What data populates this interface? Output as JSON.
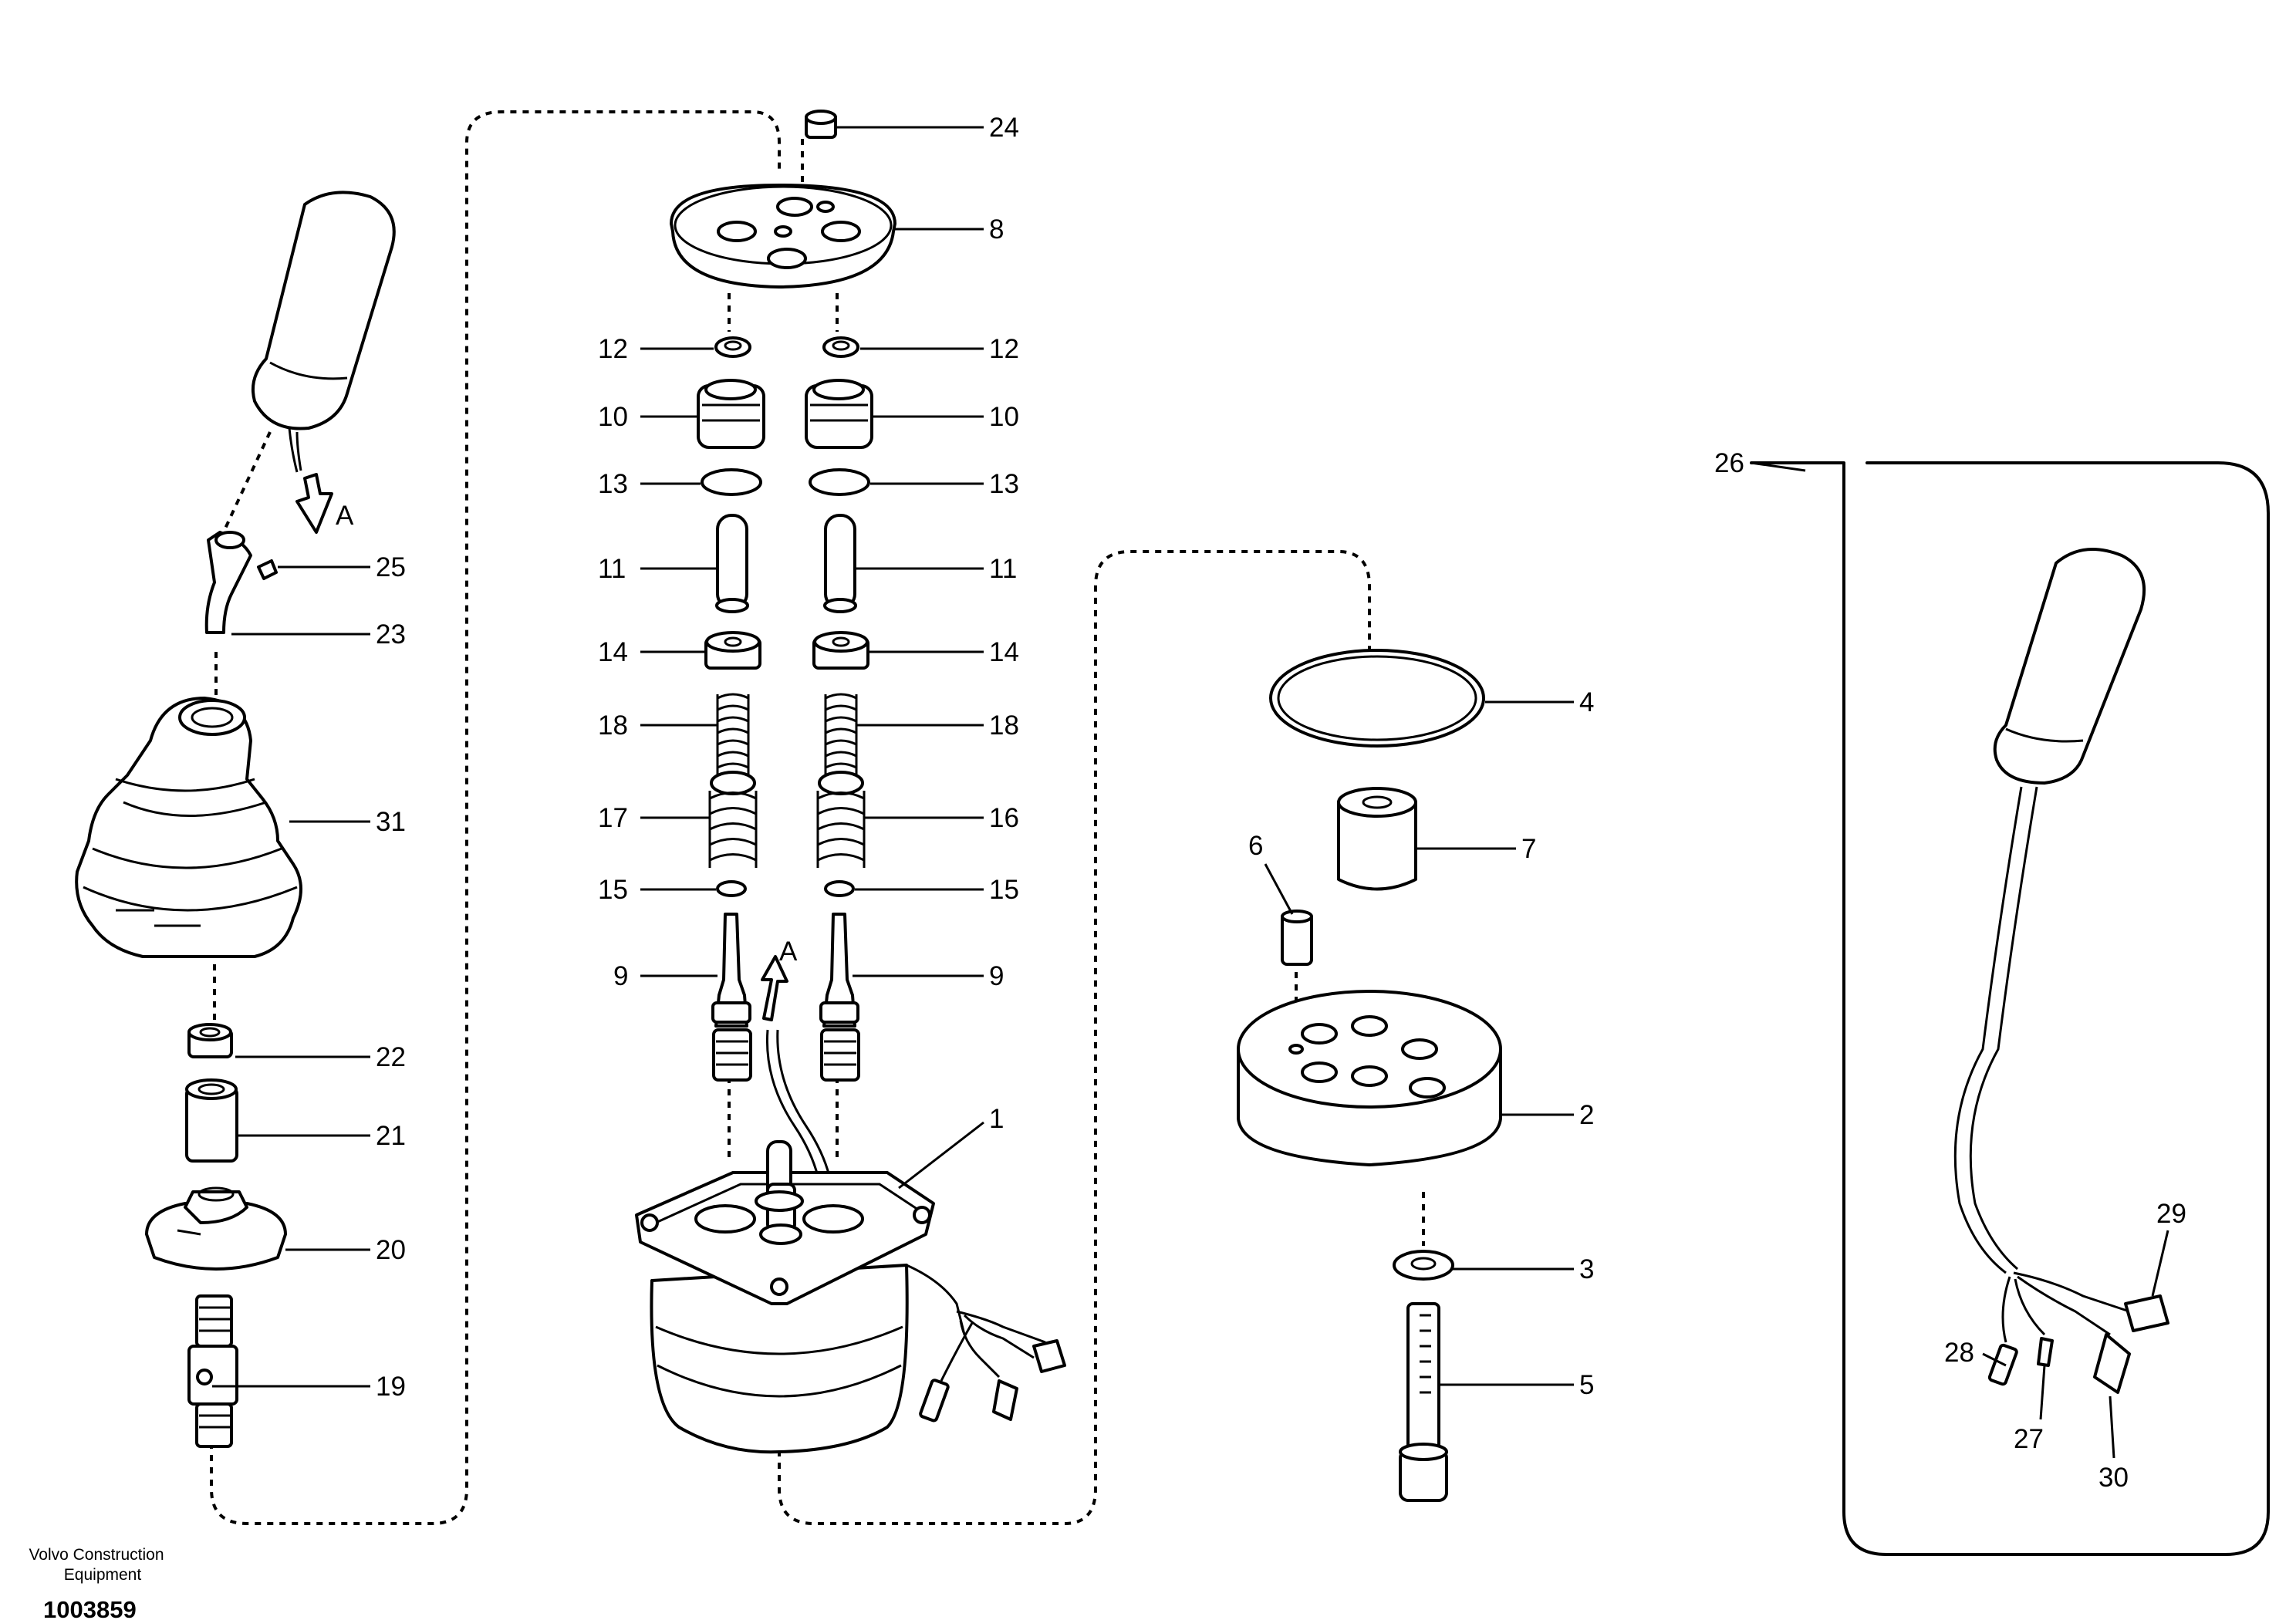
{
  "callouts": {
    "c1": "1",
    "c2": "2",
    "c3": "3",
    "c4": "4",
    "c5": "5",
    "c6": "6",
    "c7": "7",
    "c8": "8",
    "c9": "9",
    "c10": "10",
    "c11": "11",
    "c12": "12",
    "c13": "13",
    "c14": "14",
    "c15": "15",
    "c16": "16",
    "c17": "17",
    "c18": "18",
    "c19": "19",
    "c20": "20",
    "c21": "21",
    "c22": "22",
    "c23": "23",
    "c24": "24",
    "c25": "25",
    "c26": "26",
    "c27": "27",
    "c28": "28",
    "c29": "29",
    "c30": "30",
    "c31": "31"
  },
  "view_marker": "A",
  "caption": {
    "line1": "Volvo Construction",
    "line2": "Equipment",
    "doc_number": "1003859"
  }
}
